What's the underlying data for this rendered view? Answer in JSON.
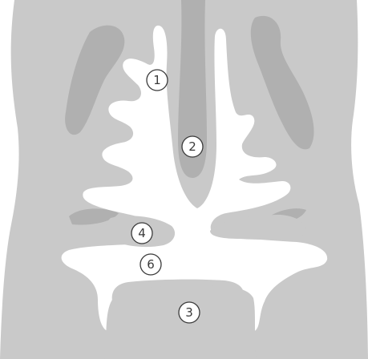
{
  "colors": {
    "background": "#ffffff",
    "tissue": "#c9c9c9",
    "dark_region": "#b0b0b0",
    "cavity": "#ffffff",
    "label_stroke": "#3a3a3a"
  },
  "labels": {
    "one": "1",
    "two": "2",
    "three": "3",
    "four": "4",
    "six": "6"
  }
}
